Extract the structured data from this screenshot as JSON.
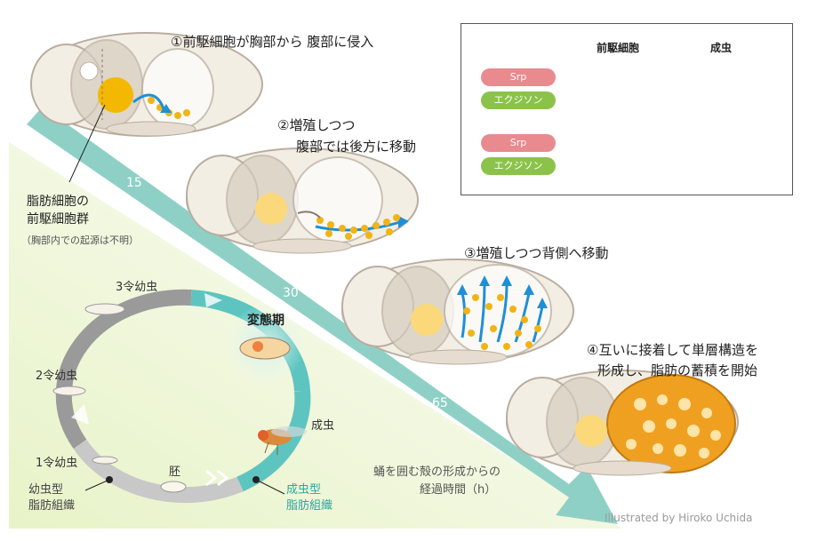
{
  "steps": {
    "s1": "①前駆細胞が胸部から 腹部に侵入",
    "s2_line1": "②増殖しつつ",
    "s2_line2": "腹部では後方に移動",
    "s3": "③増殖しつつ背側へ移動",
    "s4_line1": "④互いに接着して単層構造を",
    "s4_line2": "形成し、脂肪の蓄積を開始"
  },
  "left_label": {
    "line1": "脂肪細胞の",
    "line2": "前駆細胞群",
    "note": "（胸部内での起源は不明）"
  },
  "timeline": {
    "ticks": [
      "15",
      "30",
      "65"
    ],
    "caption_line1": "蛹を囲む殻の形成からの",
    "caption_line2": "経過時間（h）"
  },
  "lifecycle": {
    "instar3": "3令幼虫",
    "instar2": "2令幼虫",
    "instar1": "1令幼虫",
    "embryo": "胚",
    "metamorphosis": "変態期",
    "adult": "成虫",
    "larval_fat_line1": "幼虫型",
    "larval_fat_line2": "脂肪組織",
    "adult_fat_line1": "成虫型",
    "adult_fat_line2": "脂肪組織"
  },
  "legend": {
    "col_precursor": "前駆細胞",
    "col_adult": "成虫",
    "srp": "Srp",
    "ecdysone": "エクジソン"
  },
  "credit": "Illustrated by Hiroko Uchida",
  "colors": {
    "arrow_teal": "#8fd0c6",
    "fat_orange": "#f0a020",
    "cell_yellow": "#f5c842",
    "cycle_gray": "#9a9a9a",
    "cycle_teal": "#5ec4c0",
    "blue_arrow": "#1f8fd6"
  }
}
